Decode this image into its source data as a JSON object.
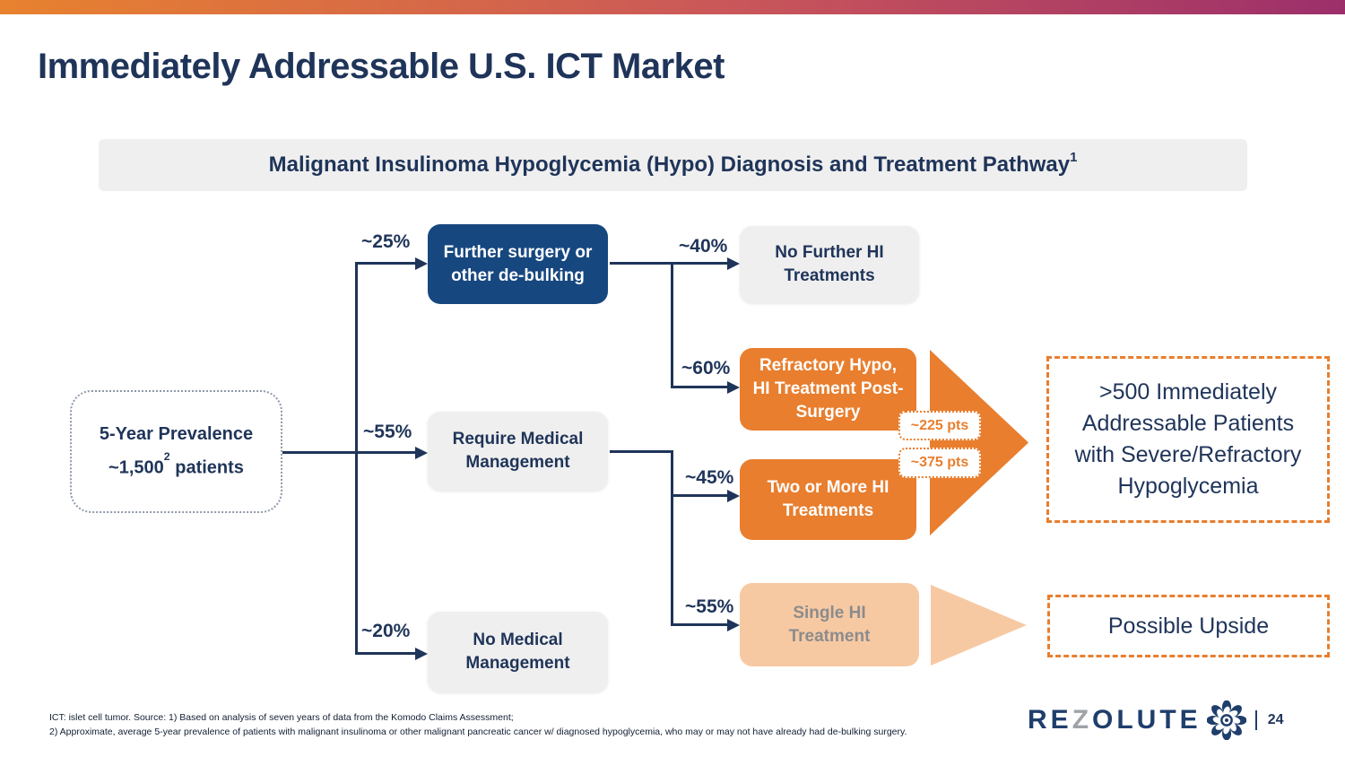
{
  "slide": {
    "title": "Immediately Addressable U.S. ICT Market"
  },
  "banner": {
    "text": "Malignant Insulinoma Hypoglycemia (Hypo) Diagnosis and Treatment Pathway",
    "footnote_ref": "1"
  },
  "flow": {
    "prevalence": {
      "title": "5-Year Prevalence",
      "value": "~1,500",
      "footnote_ref": "2",
      "suffix": " patients"
    },
    "percents": {
      "surgery": "~25%",
      "medical": "~55%",
      "no_medical": "~20%",
      "no_further": "~40%",
      "refractory": "~60%",
      "two_or_more": "~45%",
      "single": "~55%"
    },
    "nodes": {
      "surgery": {
        "lines": [
          "Further surgery or",
          "other de-bulking"
        ]
      },
      "no_further": {
        "lines": [
          "No Further HI",
          "Treatments"
        ]
      },
      "refractory": {
        "lines": [
          "Refractory Hypo,",
          "HI Treatment Post-",
          "Surgery"
        ]
      },
      "medical": {
        "lines": [
          "Require Medical",
          "Management"
        ]
      },
      "two_or_more": {
        "lines": [
          "Two or More HI",
          "Treatments"
        ]
      },
      "single": {
        "lines": [
          "Single HI",
          "Treatment"
        ]
      },
      "no_medical": {
        "lines": [
          "No Medical",
          "Management"
        ]
      }
    },
    "badges": {
      "refractory_pts": "~225 pts",
      "two_or_more_pts": "~375 pts"
    },
    "outcomes": {
      "addressable": {
        "lines": [
          ">500 Immediately",
          "Addressable Patients",
          "with Severe/Refractory",
          "Hypoglycemia"
        ]
      },
      "upside": {
        "label": "Possible Upside"
      }
    }
  },
  "footnotes": {
    "line1": "ICT: islet cell tumor. Source: 1) Based on analysis of seven years of data from the Komodo Claims Assessment;",
    "line2": "2) Approximate, average 5-year prevalence of patients with malignant insulinoma or other malignant pancreatic cancer w/ diagnosed hypoglycemia, who may or may not have already had de-bulking surgery."
  },
  "logo": {
    "brand_pre": "RE",
    "brand_z": "Z",
    "brand_post": "OLUTE",
    "page_number": "24"
  },
  "colors": {
    "orange": "#E87E2E",
    "peach": "#F7C9A3",
    "navy_box": "#17477F",
    "navy_text": "#1F3459",
    "gray_box": "#EFEFEF",
    "gradient_left": "#E8822F",
    "gradient_mid": "#C9565A",
    "gradient_right": "#9C2F6B"
  }
}
